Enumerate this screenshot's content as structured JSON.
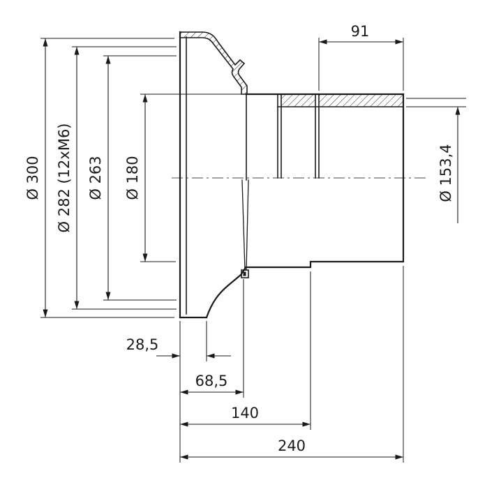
{
  "drawing": {
    "background": "#ffffff",
    "line_color": "#1a1a1a",
    "dims": {
      "dia_300": "Ø 300",
      "dia_282": "Ø 282 (12xM6)",
      "dia_263": "Ø 263",
      "dia_180": "Ø 180",
      "dia_153_4": "Ø 153,4",
      "len_91": "91",
      "len_28_5": "28,5",
      "len_68_5": "68,5",
      "len_140": "140",
      "len_240": "240"
    }
  }
}
